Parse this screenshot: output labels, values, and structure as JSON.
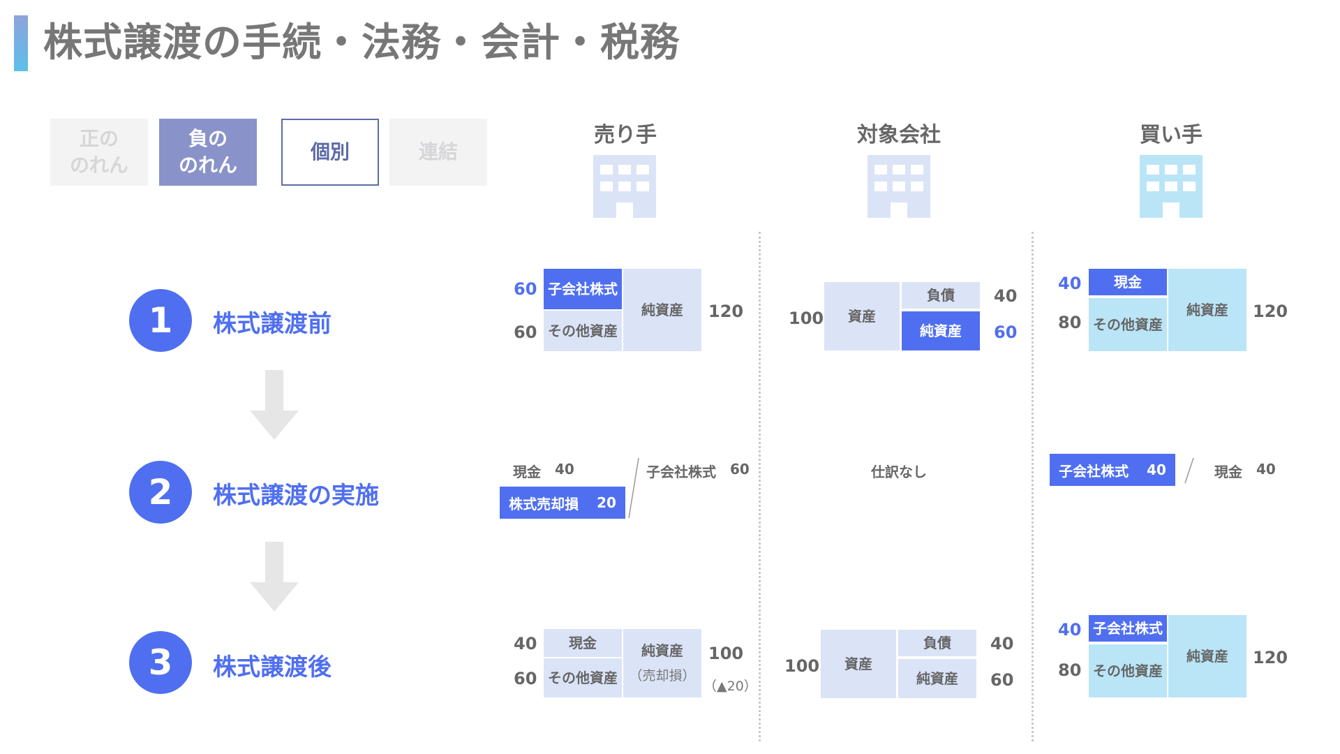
{
  "title": "株式譲渡の手続・法務・会計・税務",
  "toggles": [
    {
      "label": "正の\nのれん"
    },
    {
      "label": "負の\nのれん"
    },
    {
      "label": "個別"
    },
    {
      "label": "連結"
    }
  ],
  "columns": {
    "seller": "売り手",
    "target": "対象会社",
    "buyer": "買い手"
  },
  "steps": [
    {
      "number": "1",
      "label": "株式譲渡前"
    },
    {
      "number": "2",
      "label": "株式譲渡の実施"
    },
    {
      "number": "3",
      "label": "株式譲渡後"
    }
  ],
  "seller": {
    "before": {
      "sub_shares": "子会社株式",
      "sub_shares_val": "60",
      "other_assets": "その他資産",
      "other_assets_val": "60",
      "net_assets": "純資産",
      "net_assets_val": "120"
    },
    "journal": {
      "debit1": "現金",
      "debit1_val": "40",
      "debit2": "株式売却損",
      "debit2_val": "20",
      "credit1": "子会社株式",
      "credit1_val": "60"
    },
    "after": {
      "cash": "現金",
      "cash_val": "40",
      "other_assets": "その他資産",
      "other_assets_val": "60",
      "net_assets": "純資産",
      "net_assets_sub": "（売却損）",
      "net_assets_val": "100",
      "net_assets_sub_val": "（▲20）"
    }
  },
  "target": {
    "before": {
      "assets": "資産",
      "assets_val": "100",
      "liab": "負債",
      "liab_val": "40",
      "net_assets": "純資産",
      "net_assets_val": "60"
    },
    "journal": {
      "text": "仕訳なし"
    },
    "after": {
      "assets": "資産",
      "assets_val": "100",
      "liab": "負債",
      "liab_val": "40",
      "net_assets": "純資産",
      "net_assets_val": "60"
    }
  },
  "buyer": {
    "before": {
      "cash": "現金",
      "cash_val": "40",
      "other_assets": "その他資産",
      "other_assets_val": "80",
      "net_assets": "純資産",
      "net_assets_val": "120"
    },
    "journal": {
      "debit1": "子会社株式",
      "debit1_val": "40",
      "credit1": "現金",
      "credit1_val": "40"
    },
    "after": {
      "sub_shares": "子会社株式",
      "sub_shares_val": "40",
      "other_assets": "その他資産",
      "other_assets_val": "80",
      "net_assets": "純資産",
      "net_assets_val": "120"
    }
  },
  "colors": {
    "blue": "#4f6ff0",
    "pale": "#dbe3f7",
    "sky": "#b9e5f6",
    "toggle_active": "#8993c9"
  }
}
